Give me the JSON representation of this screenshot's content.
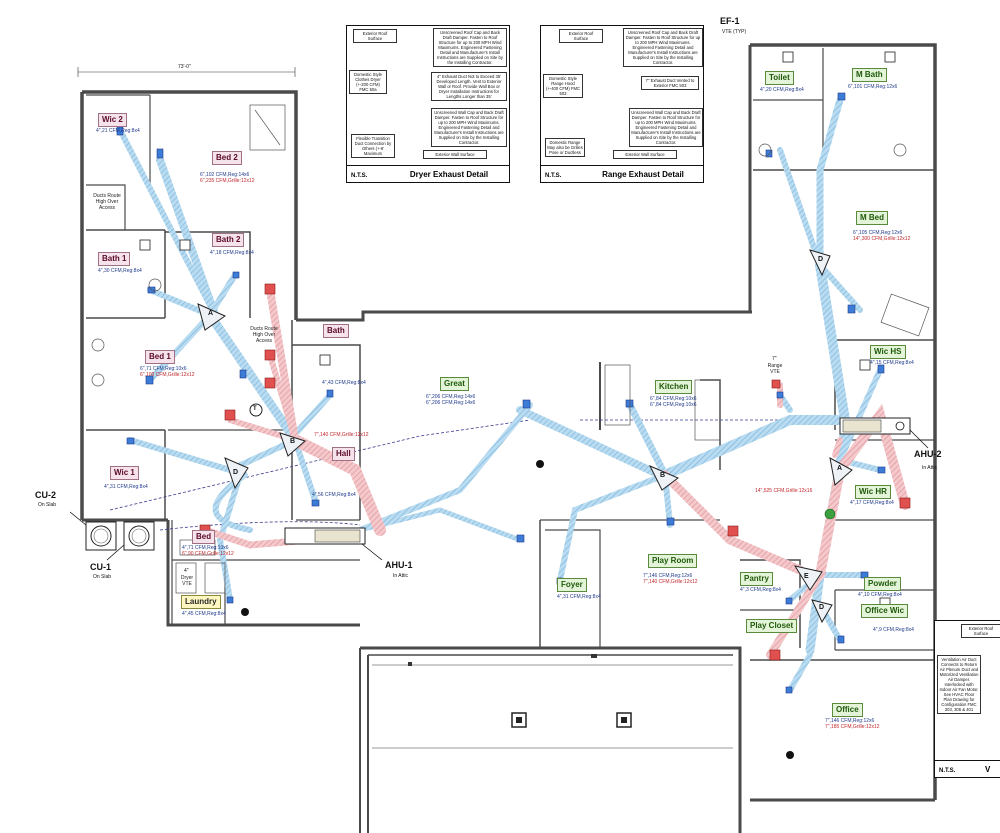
{
  "dimension_top": "73'-0\"",
  "rooms": {
    "wic2": {
      "name": "Wic 2",
      "supply": "4\",21 CFM,Reg:8x4"
    },
    "bed2": {
      "name": "Bed 2",
      "supply": "6\",102 CFM,Reg:14x6",
      "return": "6\",235 CFM,Grille:12x12"
    },
    "bath1": {
      "name": "Bath 1",
      "supply": "4\",30 CFM,Reg:8x4"
    },
    "bath2": {
      "name": "Bath 2",
      "supply": "4\",18 CFM,Reg:8x4"
    },
    "bath": {
      "name": "Bath",
      "supply": "4\",43 CFM,Reg:8x4"
    },
    "bed1": {
      "name": "Bed 1",
      "supply": "6\",71 CFM,Reg:10x6",
      "return": "6\",100 CFM,Grille:12x12"
    },
    "wic1": {
      "name": "Wic 1",
      "supply": "4\",31 CFM,Reg:8x4"
    },
    "hall": {
      "name": "Hall",
      "supply": "4\",56 CFM,Reg:8x4",
      "return": "7\",140 CFM,Grille:12x12"
    },
    "bed": {
      "name": "Bed",
      "supply": "4\",71 CFM,Reg:10x6",
      "return": "6\",90 CFM,Grille:12x12"
    },
    "laundry": {
      "name": "Laundry",
      "supply": "4\",45 CFM,Reg:8x4"
    },
    "great": {
      "name": "Great",
      "supply": "6\",206 CFM,Reg:14x6",
      "supply2": "6\",206 CFM,Reg:14x6"
    },
    "kitchen": {
      "name": "Kitchen",
      "supply": "6\",84 CFM,Reg:10x6",
      "supply2": "6\",84 CFM,Reg:10x6"
    },
    "foyer": {
      "name": "Foyer",
      "supply": "4\",31 CFM,Reg:8x4"
    },
    "playroom": {
      "name": "Play Room",
      "supply": "7\",146 CFM,Reg:12x6",
      "return": "7\",140 CFM,Grille:12x12"
    },
    "pantry": {
      "name": "Pantry",
      "supply": "4\",3 CFM,Reg:8x4"
    },
    "playcloset": {
      "name": "Play Closet"
    },
    "toilet": {
      "name": "Toilet",
      "supply": "4\",20 CFM,Reg:8x4"
    },
    "mbath": {
      "name": "M Bath",
      "supply": "6\",101 CFM,Reg:12x6"
    },
    "mbed": {
      "name": "M Bed",
      "supply": "6\",105 CFM,Reg:12x6",
      "return": "14\",300 CFM,Grille:12x12"
    },
    "wichs": {
      "name": "Wic HS",
      "supply": "4\",15 CFM,Reg:8x4"
    },
    "wichr": {
      "name": "Wic HR",
      "supply": "4\",17 CFM,Reg:8x4"
    },
    "powder": {
      "name": "Powder",
      "supply": "4\",10 CFM,Reg:8x4"
    },
    "officewic": {
      "name": "Office Wic",
      "supply": "4\",9 CFM,Reg:8x4"
    },
    "office": {
      "name": "Office",
      "supply": "7\",146 CFM,Reg:12x6",
      "return": "7\",185 CFM,Grille:12x12"
    },
    "return_kitchen": "14\",525 CFM,Grille:12x16"
  },
  "equipment": {
    "ahu1": {
      "label": "AHU-1",
      "note": "In Attic"
    },
    "ahu2": {
      "label": "AHU-2",
      "note": "In Attic"
    },
    "cu1": {
      "label": "CU-1",
      "note": "On Slab"
    },
    "cu2": {
      "label": "CU-2",
      "note": "On Slab"
    },
    "ef1": {
      "label": "EF-1",
      "note": "VTE (TYP)"
    },
    "range_vte": {
      "label": "7\"",
      "note": "Range VTE"
    },
    "dryer_vte": {
      "label": "4\"",
      "note": "Dryer VTE"
    }
  },
  "notes": {
    "ducts_route_1": "Ducts Route High Over Access",
    "ducts_route_2": "Ducts Route High Over Access"
  },
  "dryer_detail": {
    "title": "Dryer Exhaust Detail",
    "nts": "N.T.S.",
    "roof_surface": "Exterior Roof Surface",
    "roof_cap": "Unscreened Roof Cap and Back Draft Damper. Fasten to Roof Structure for up to 200 MPH Wind Maximums. Engineered Fastening Detail and Manufacturer's Install Instructions are Supplied on Site by the Installing Contractor.",
    "dryer": "Domestic Style Clothes Dryer (+-200 CFM) FMC 50a",
    "duct": "4\" Exhaust Duct Not to Exceed 35' Developed Length. Vent to Exterior Wall or Roof. Provide Wall Box or Dryer Installation Instructions for Lengths Longer than 35'",
    "flex": "Flexible Transition Duct Connection by Others (+-8' Maximum",
    "wall_cap": "Unscreened Wall Cap and Back Draft Damper. Fasten to Roof Structure for up to 200 MPH Wind Maximums. Engineered Fastening Detail and Manufacturer's Install Instructions are Supplied on Site by the Installing Contractor.",
    "wall_surface": "Exterior Wall Surface"
  },
  "range_detail": {
    "title": "Range Exhaust Detail",
    "nts": "N.T.S.",
    "roof_surface": "Exterior Roof Surface",
    "roof_cap": "Unscreened Roof Cap and Back Draft Damper. Fasten to Roof Structure for up to 200 MPH Wind Maximums. Engineered Fastening Detail and Manufacturer's Install Instructions are Supplied on Site by the Installing Contractor.",
    "hood": "Domestic Style Range Hood (+-400 CFM) FMC 503",
    "duct": "7\" Exhaust Duct Vented to Exterior FMC 503",
    "grease": "Domestic Range May also be Grilles Pose or Ductless",
    "wall_cap": "Unscreened Wall Cap and Back Draft Damper. Fasten to Roof Structure for up to 200 MPH Wind Maximums. Engineered Fastening Detail and Manufacturer's Install Instructions are Supplied on Site by the Installing Contractor.",
    "wall_surface": "Exterior Wall Surface"
  },
  "ventilation_detail": {
    "roof_surface": "Exterior Roof Surface",
    "text": "Ventilation Air Duct Connects to Return Air Plenum Duct and Motorized Ventilation Air Damper. Interlocked with Indoor Air Fan Motor. See HVAC Floor Plan Drawing for Configuration FMC 303, 306 & 401",
    "nts": "N.T.S.",
    "title_partial": "V"
  },
  "junctions": [
    "A",
    "B",
    "D",
    "E",
    "D",
    "B",
    "A",
    "D",
    "T"
  ],
  "colors": {
    "supply_duct": "#8cc3e6",
    "return_duct": "#e8a0a6",
    "supply_reg": "#3c7bd6",
    "return_grille": "#e0504f",
    "wall": "#555555",
    "label_bg": "#fff7c2"
  }
}
